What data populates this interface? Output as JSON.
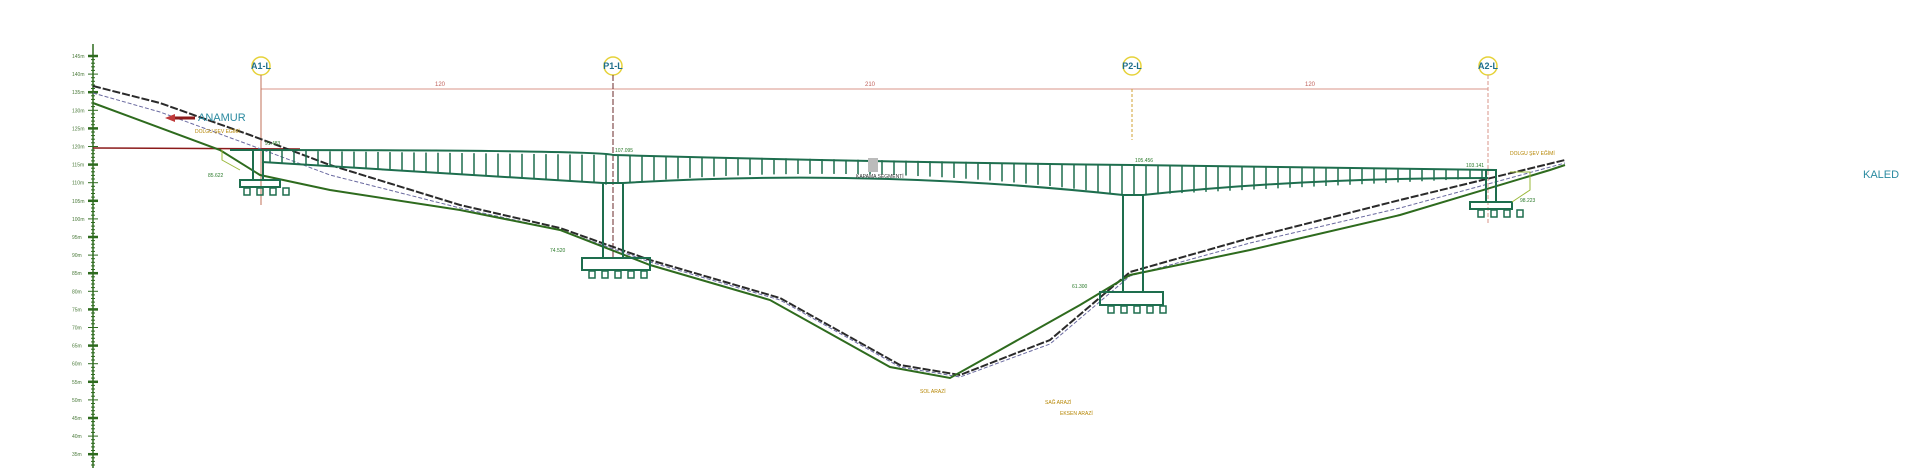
{
  "drawing": {
    "elevation_scale": {
      "labels": [
        "145m",
        "140m",
        "135m",
        "130m",
        "125m",
        "120m",
        "115m",
        "110m",
        "105m",
        "100m",
        "95m",
        "90m",
        "85m",
        "80m",
        "75m",
        "70m",
        "65m",
        "60m",
        "55m",
        "50m",
        "45m",
        "40m",
        "35m"
      ]
    },
    "axes": [
      {
        "id": "A1-L"
      },
      {
        "id": "P1-L"
      },
      {
        "id": "P2-L"
      },
      {
        "id": "A2-L"
      }
    ],
    "spans": [
      "120",
      "210",
      "120"
    ],
    "directions": {
      "left": "ANAMUR",
      "right": "KALED"
    },
    "elevations": {
      "a1": "91.483",
      "p1": "107.095",
      "p2": "105.456",
      "a2": "103.141",
      "a1_found": "85.622",
      "p1_found": "74.520",
      "p2_found": "61.300",
      "a2_found": "98.223"
    },
    "notes": {
      "a1_approach": "DOLGU ŞEV EĞİMİ",
      "a2_approach": "DOLGU ŞEV EĞİMİ",
      "key_segment": "KAPAMA SEGMENTİ",
      "left_terrain": "SOL ARAZİ",
      "right_terrain": "SAĞ ARAZİ",
      "axis_terrain": "EKSEN ARAZİ"
    },
    "colors": {
      "structure": "#1e6e4e",
      "ground": "#2e6b1e",
      "dimension": "#d9968a",
      "axis_marker": "#e6d23a"
    }
  }
}
